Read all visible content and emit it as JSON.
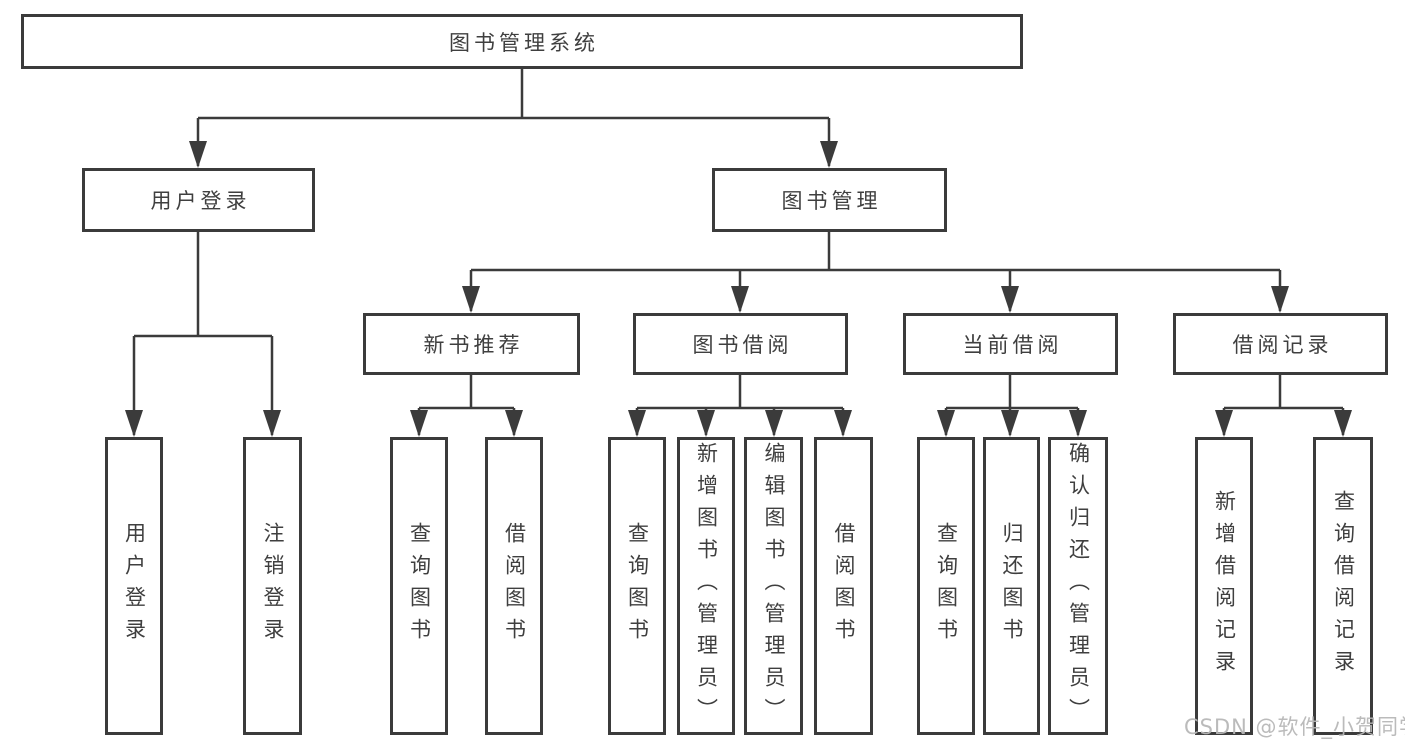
{
  "diagram": {
    "type": "hierarchy",
    "root": {
      "label": "图书管理系统"
    },
    "level2": [
      {
        "id": "user-login",
        "label": "用户登录"
      },
      {
        "id": "book-management",
        "label": "图书管理"
      }
    ],
    "level3": [
      {
        "id": "new-book-recommend",
        "label": "新书推荐",
        "parent": "book-management"
      },
      {
        "id": "book-borrowing",
        "label": "图书借阅",
        "parent": "book-management"
      },
      {
        "id": "current-borrowing",
        "label": "当前借阅",
        "parent": "book-management"
      },
      {
        "id": "borrowing-records",
        "label": "借阅记录",
        "parent": "book-management"
      }
    ],
    "leaves": [
      {
        "label": "用户登录",
        "parent": "user-login"
      },
      {
        "label": "注销登录",
        "parent": "user-login"
      },
      {
        "label": "查询图书",
        "parent": "new-book-recommend"
      },
      {
        "label": "借阅图书",
        "parent": "new-book-recommend"
      },
      {
        "label": "查询图书",
        "parent": "book-borrowing"
      },
      {
        "label": "新增图书（管理员）",
        "parent": "book-borrowing"
      },
      {
        "label": "编辑图书（管理员）",
        "parent": "book-borrowing"
      },
      {
        "label": "借阅图书",
        "parent": "book-borrowing"
      },
      {
        "label": "查询图书",
        "parent": "current-borrowing"
      },
      {
        "label": "归还图书",
        "parent": "current-borrowing"
      },
      {
        "label": "确认归还（管理员）",
        "parent": "current-borrowing"
      },
      {
        "label": "新增借阅记录",
        "parent": "borrowing-records"
      },
      {
        "label": "查询借阅记录",
        "parent": "borrowing-records"
      }
    ],
    "colors": {
      "line": "#3b3b3b",
      "border": "#3b3b3b",
      "text": "#3f3f3f",
      "background": "#ffffff",
      "watermark": "#b7b7b7"
    }
  },
  "watermark": {
    "text": "CSDN @软件_小贺同学"
  }
}
